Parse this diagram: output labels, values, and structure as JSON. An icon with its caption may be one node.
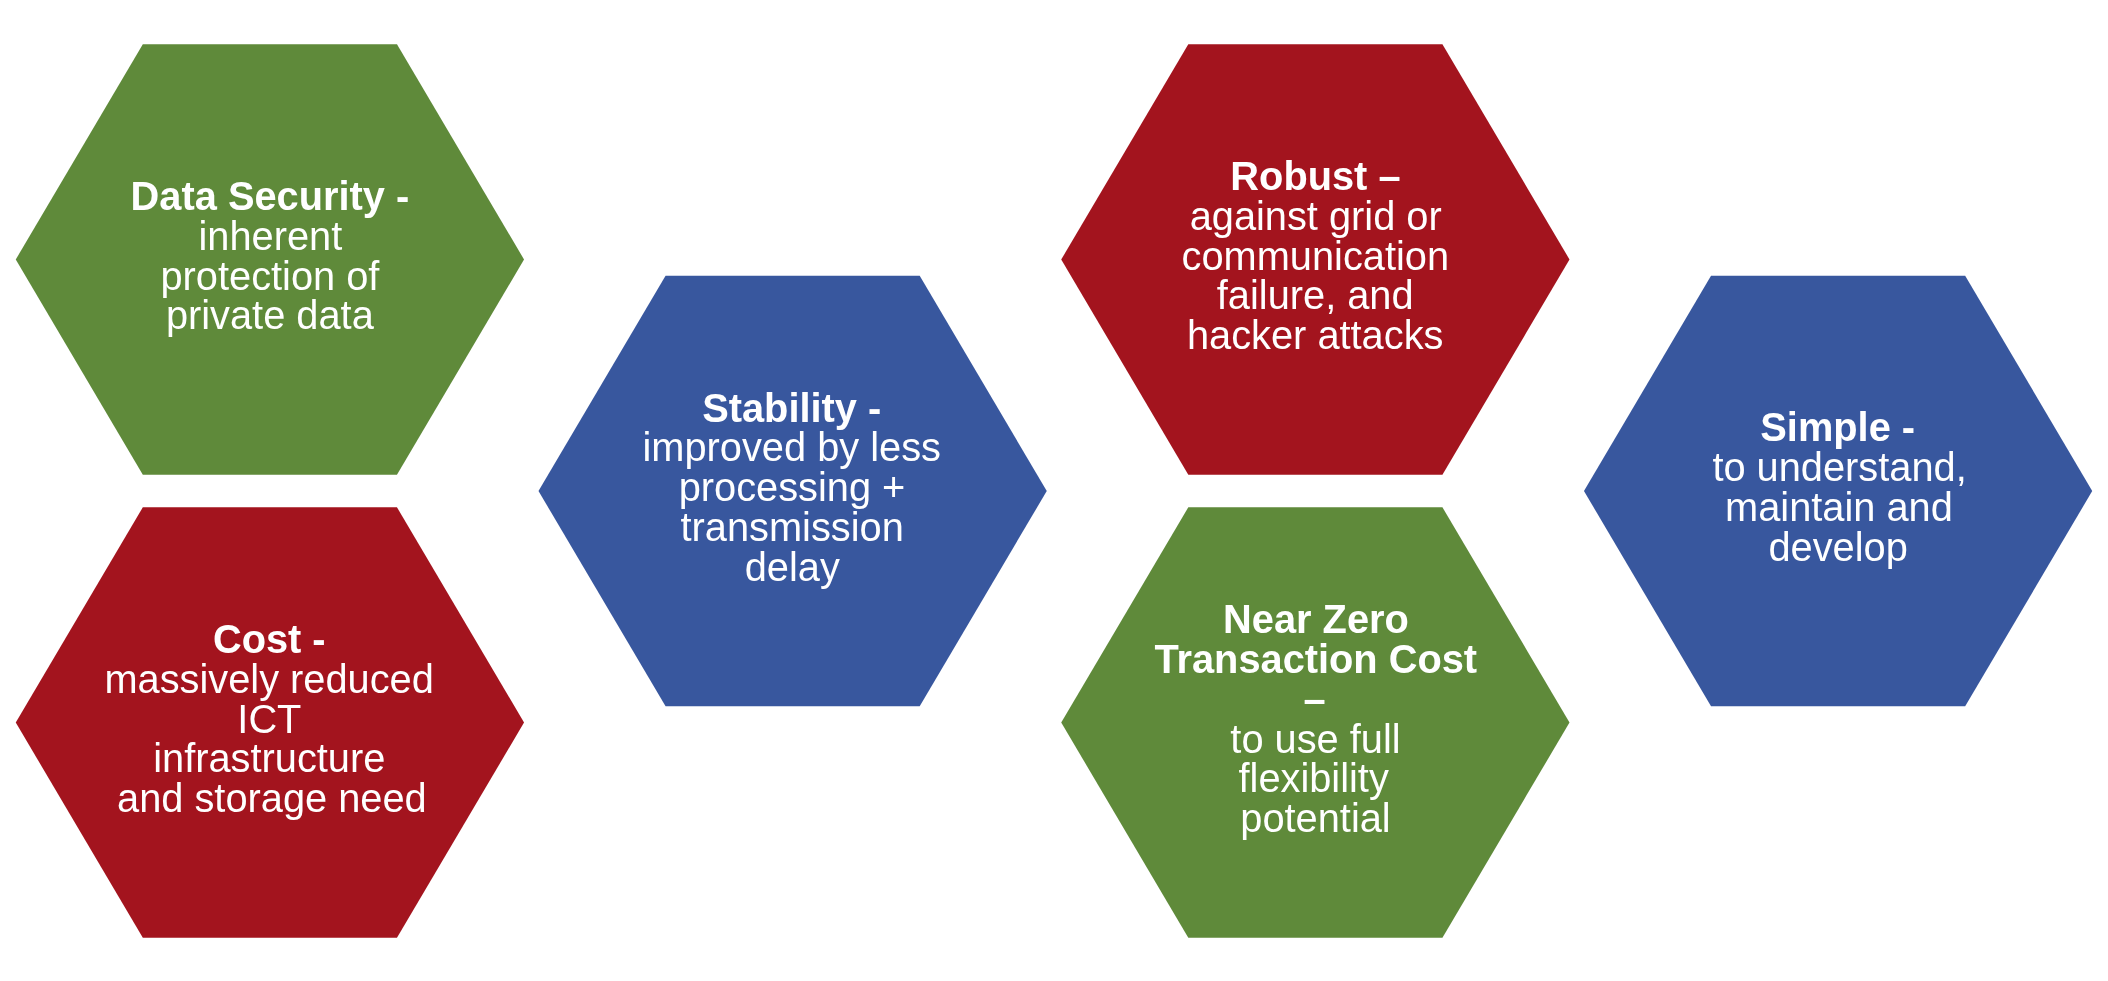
{
  "diagram": {
    "nodes": [
      {
        "text": [
          "Data Security -",
          "inherent protection of private data"
        ]
      },
      {
        "text": [
          "Cost -",
          "massively reduced ICT infrastructure and storage need"
        ]
      },
      {
        "text": [
          "Stability -",
          "improved by less processing + transmission delay"
        ]
      },
      {
        "text": [
          "Robust –",
          "against grid or communication failure, and hacker attacks"
        ]
      },
      {
        "text": [
          "Near Zero Transaction Cost –",
          "to use full flexibility potential"
        ]
      },
      {
        "text": [
          "Simple -",
          "to understand, maintain and develop"
        ]
      }
    ]
  }
}
